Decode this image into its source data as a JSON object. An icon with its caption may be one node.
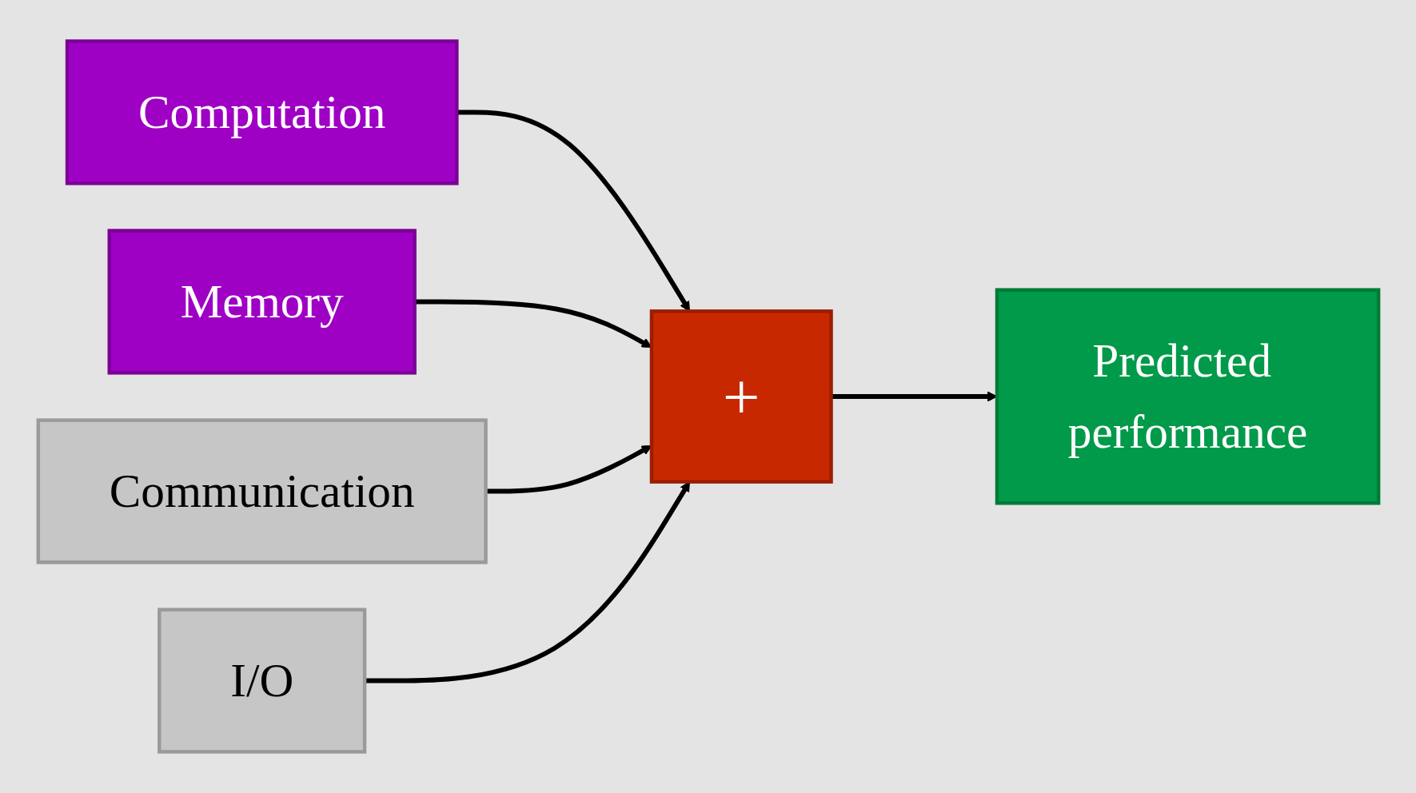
{
  "diagram": {
    "nodes": [
      {
        "text": [
          "Computation"
        ]
      },
      {
        "text": [
          "Memory"
        ]
      },
      {
        "text": [
          "Communication"
        ]
      },
      {
        "text": [
          "I/O"
        ]
      },
      {
        "text": [
          "+"
        ]
      },
      {
        "text": [
          "Predicted performance"
        ]
      }
    ],
    "edges": [
      {
        "from": 0,
        "to": 4,
        "arrow": "to"
      },
      {
        "from": 1,
        "to": 4,
        "arrow": "to"
      },
      {
        "from": 2,
        "to": 4,
        "arrow": "to"
      },
      {
        "from": 3,
        "to": 4,
        "arrow": "to"
      },
      {
        "from": 4,
        "to": 5,
        "arrow": "to"
      }
    ]
  }
}
